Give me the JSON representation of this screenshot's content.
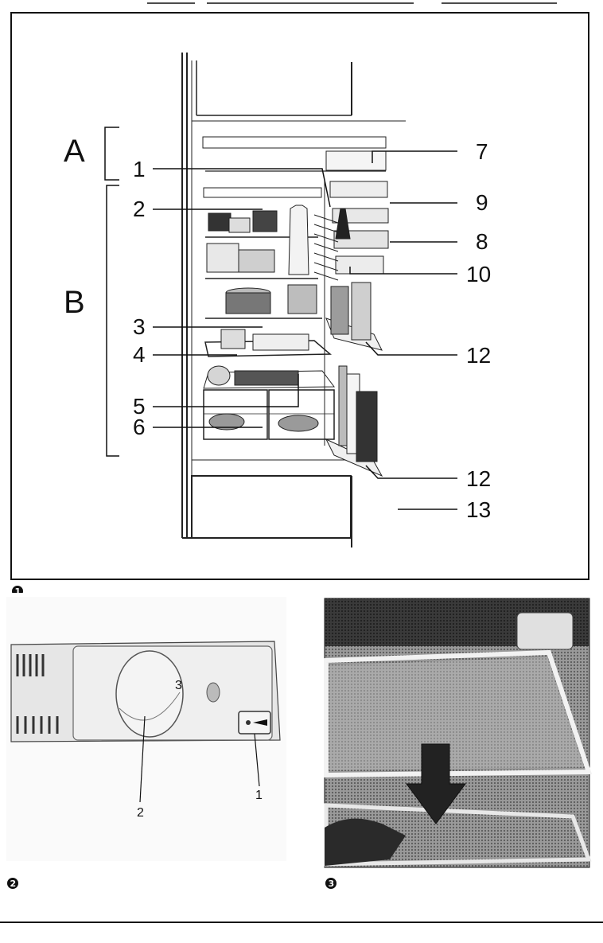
{
  "figures": {
    "fig1": {
      "badge": "1",
      "section_labels": {
        "a": "A",
        "b": "B"
      },
      "callouts": {
        "c1": "1",
        "c2": "2",
        "c3": "3",
        "c4": "4",
        "c5": "5",
        "c6": "6",
        "c7": "7",
        "c8": "8",
        "c9": "9",
        "c10": "10",
        "c12a": "12",
        "c12b": "12",
        "c13": "13"
      }
    },
    "fig2": {
      "badge": "2",
      "dial_mark": "3",
      "callouts": {
        "c1": "1",
        "c2": "2"
      }
    },
    "fig3": {
      "badge": "3"
    }
  },
  "colors": {
    "ink": "#111111",
    "photo_dark": "#2a2a2a",
    "photo_mid": "#8a8a8a",
    "photo_light": "#d8d8d8"
  }
}
